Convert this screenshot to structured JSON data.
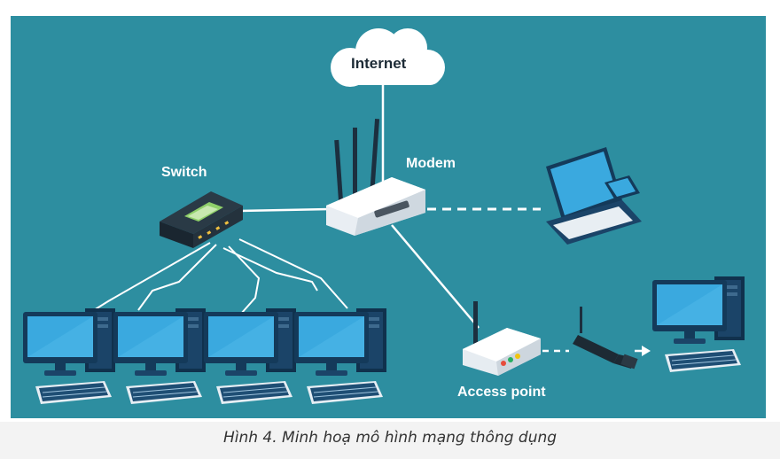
{
  "diagram": {
    "nodes": {
      "internet": "Internet",
      "modem": "Modem",
      "switch": "Switch",
      "access_point": "Access point"
    },
    "caption": "Hình 4. Minh hoạ mô hình mạng thông dụng"
  },
  "colors": {
    "background": "#2d8ea0",
    "device_dark": "#143a5a",
    "screen": "#3aa9df",
    "link": "#ffffff"
  },
  "icons": [
    "cloud-icon",
    "router-icon",
    "network-switch-icon",
    "laptop-icon",
    "smartphone-icon",
    "desktop-computer-icon",
    "wireless-access-point-icon",
    "usb-wifi-adapter-icon"
  ]
}
